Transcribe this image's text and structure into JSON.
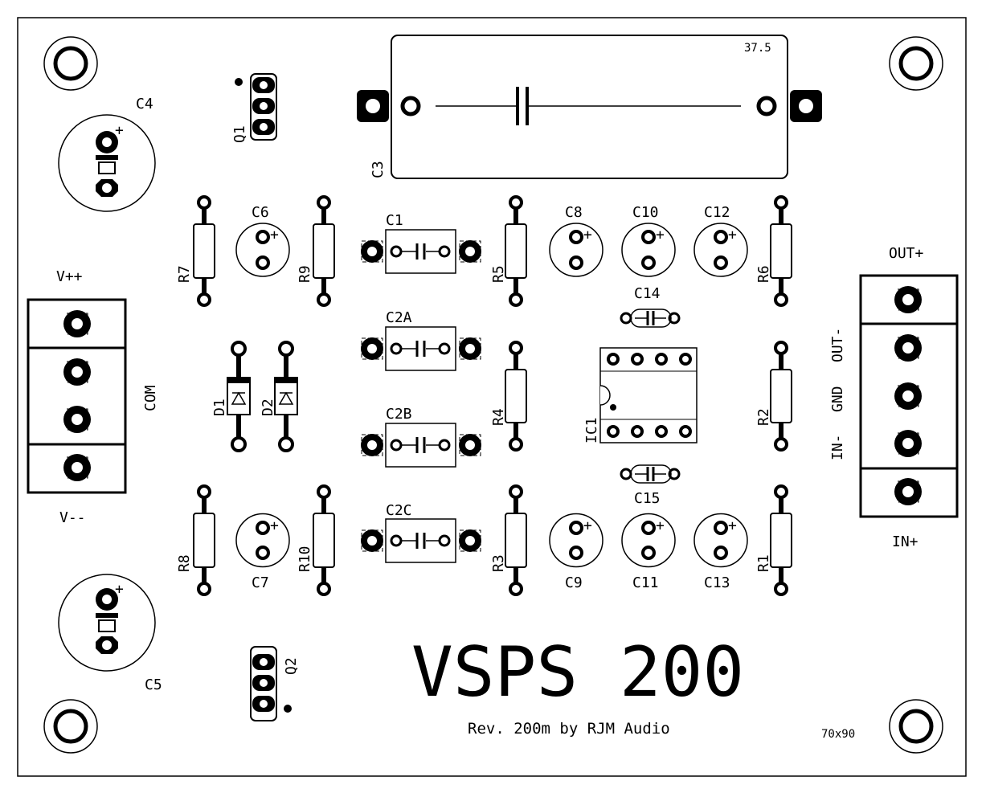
{
  "board": {
    "title": "VSPS 200",
    "subtitle": "Rev. 200m by RJM Audio",
    "size_text": "70x90",
    "cap_size_text": "37.5"
  },
  "labels": {
    "C1": "C1",
    "C2A": "C2A",
    "C2B": "C2B",
    "C2C": "C2C",
    "C3": "C3",
    "C4": "C4",
    "C5": "C5",
    "C6": "C6",
    "C7": "C7",
    "C8": "C8",
    "C9": "C9",
    "C10": "C10",
    "C11": "C11",
    "C12": "C12",
    "C13": "C13",
    "C14": "C14",
    "C15": "C15",
    "R1": "R1",
    "R2": "R2",
    "R3": "R3",
    "R4": "R4",
    "R5": "R5",
    "R6": "R6",
    "R7": "R7",
    "R8": "R8",
    "R9": "R9",
    "R10": "R10",
    "D1": "D1",
    "D2": "D2",
    "Q1": "Q1",
    "Q2": "Q2",
    "IC1": "IC1"
  },
  "connectors": {
    "vpp": "V++",
    "com": "COM",
    "vmm": "V--",
    "out_plus": "OUT+",
    "in_plus": "IN+",
    "out_minus": "OUT-",
    "gnd": "GND",
    "in_minus": "IN-"
  },
  "polarity": "+"
}
